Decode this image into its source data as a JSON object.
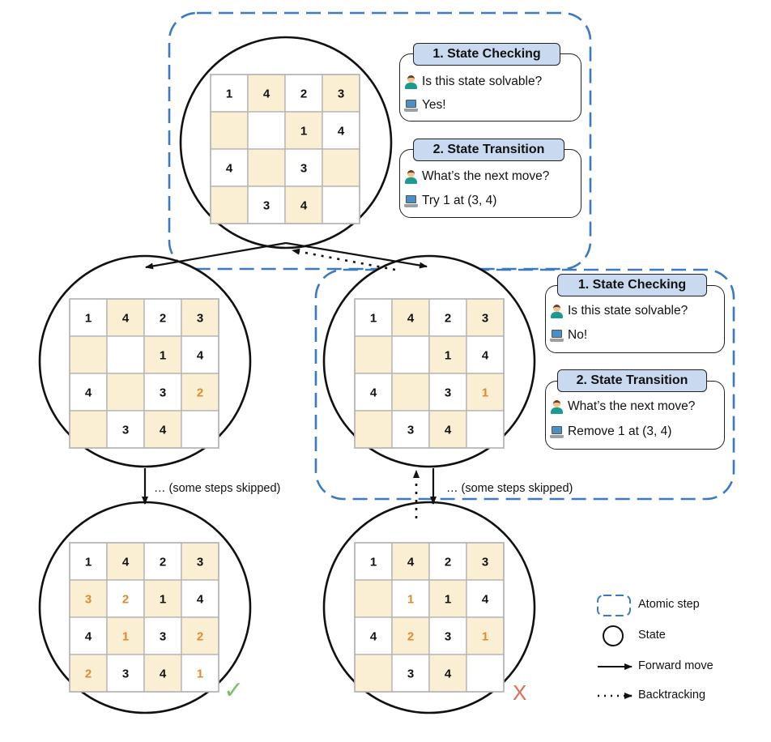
{
  "colors": {
    "atomic_border": "#3b7ac2",
    "shaded_cell": "#fbefd3",
    "cell_border": "#b5b5b5",
    "given_digit": "#111111",
    "filled_digit": "#e08a2e",
    "header_fill": "#c9daf0",
    "success_mark": "#7fc06c",
    "fail_mark": "#e06a5a"
  },
  "icons": {
    "user": "person-technologist-icon",
    "model": "laptop-icon",
    "success": "check-mark-icon",
    "failure": "cross-mark-icon"
  },
  "states": [
    {
      "id": "root",
      "grid": [
        [
          "1",
          "4",
          "2",
          "3"
        ],
        [
          "",
          "",
          "1",
          "4"
        ],
        [
          "4",
          "",
          "3",
          ""
        ],
        [
          "",
          "3",
          "4",
          ""
        ]
      ],
      "filled": []
    },
    {
      "id": "left",
      "grid": [
        [
          "1",
          "4",
          "2",
          "3"
        ],
        [
          "",
          "",
          "1",
          "4"
        ],
        [
          "4",
          "",
          "3",
          "2"
        ],
        [
          "",
          "3",
          "4",
          ""
        ]
      ],
      "filled": [
        [
          2,
          3
        ]
      ]
    },
    {
      "id": "right",
      "grid": [
        [
          "1",
          "4",
          "2",
          "3"
        ],
        [
          "",
          "",
          "1",
          "4"
        ],
        [
          "4",
          "",
          "3",
          "1"
        ],
        [
          "",
          "3",
          "4",
          ""
        ]
      ],
      "filled": [
        [
          2,
          3
        ]
      ]
    },
    {
      "id": "solved",
      "grid": [
        [
          "1",
          "4",
          "2",
          "3"
        ],
        [
          "3",
          "2",
          "1",
          "4"
        ],
        [
          "4",
          "1",
          "3",
          "2"
        ],
        [
          "2",
          "3",
          "4",
          "1"
        ]
      ],
      "filled": [
        [
          1,
          0
        ],
        [
          1,
          1
        ],
        [
          2,
          1
        ],
        [
          2,
          3
        ],
        [
          3,
          0
        ],
        [
          3,
          3
        ]
      ]
    },
    {
      "id": "deadend",
      "grid": [
        [
          "1",
          "4",
          "2",
          "3"
        ],
        [
          "",
          "1",
          "1",
          "4"
        ],
        [
          "4",
          "2",
          "3",
          "1"
        ],
        [
          "",
          "3",
          "4",
          ""
        ]
      ],
      "filled": [
        [
          1,
          1
        ],
        [
          2,
          1
        ],
        [
          2,
          3
        ]
      ]
    }
  ],
  "top_step": {
    "checking": {
      "header": "1. State Checking",
      "question": "Is this state solvable?",
      "answer": "Yes!"
    },
    "transition": {
      "header": "2. State Transition",
      "question": "What’s the next move?",
      "answer": "Try 1 at (3, 4)"
    }
  },
  "right_step": {
    "checking": {
      "header": "1. State Checking",
      "question": "Is this state solvable?",
      "answer": "No!"
    },
    "transition": {
      "header": "2. State Transition",
      "question": "What’s the next move?",
      "answer": "Remove 1 at (3, 4)"
    }
  },
  "skip_note_left": "… (some steps skipped)",
  "skip_note_right": "… (some steps skipped)",
  "marks": {
    "success": "✓",
    "failure": "X"
  },
  "legend": {
    "atomic_step": "Atomic step",
    "state": "State",
    "forward_move": "Forward move",
    "backtracking": "Backtracking"
  }
}
